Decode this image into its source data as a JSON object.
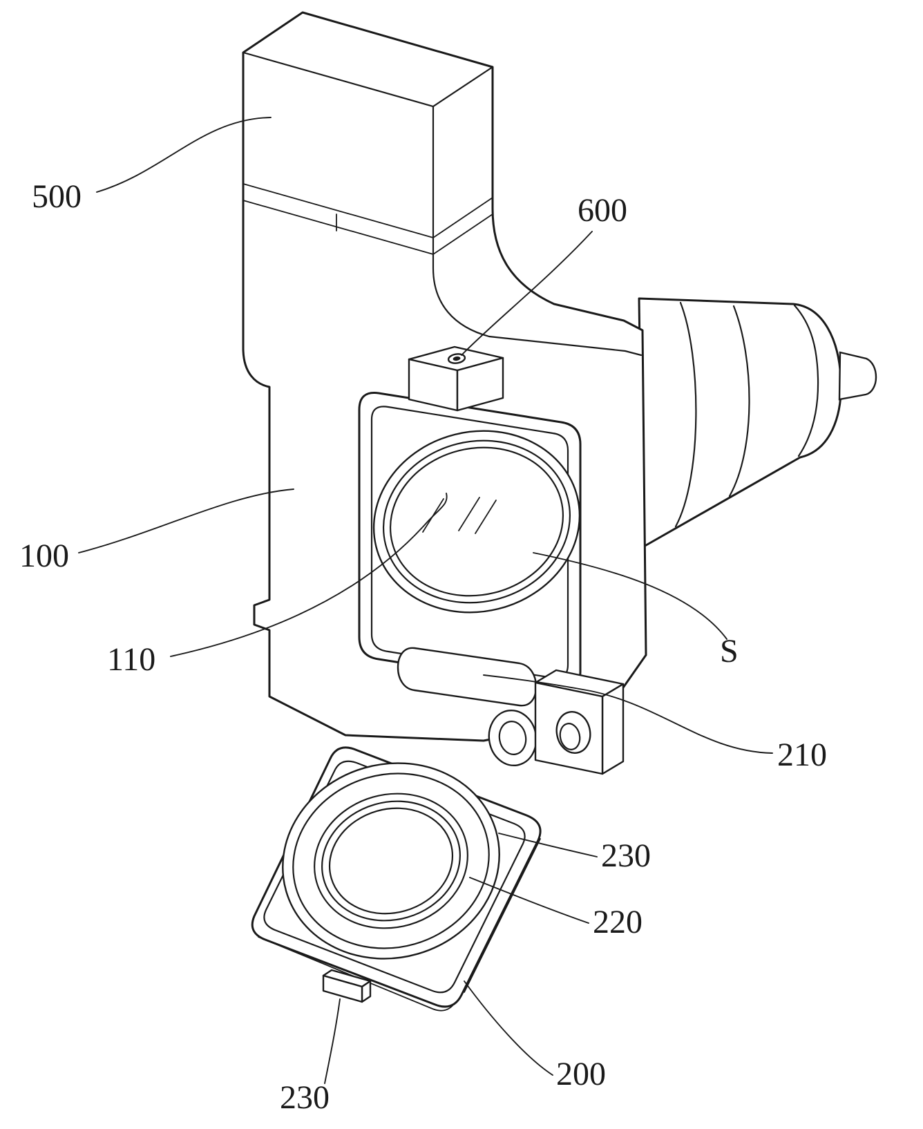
{
  "figure": {
    "type": "patent-line-drawing",
    "background": "#ffffff",
    "ink": "#1a1a1a",
    "labels": {
      "l500": "500",
      "l600": "600",
      "l100": "100",
      "l110": "110",
      "lS": "S",
      "l210": "210",
      "l230_right": "230",
      "l220": "220",
      "l200": "200",
      "l230_bottom": "230"
    }
  }
}
